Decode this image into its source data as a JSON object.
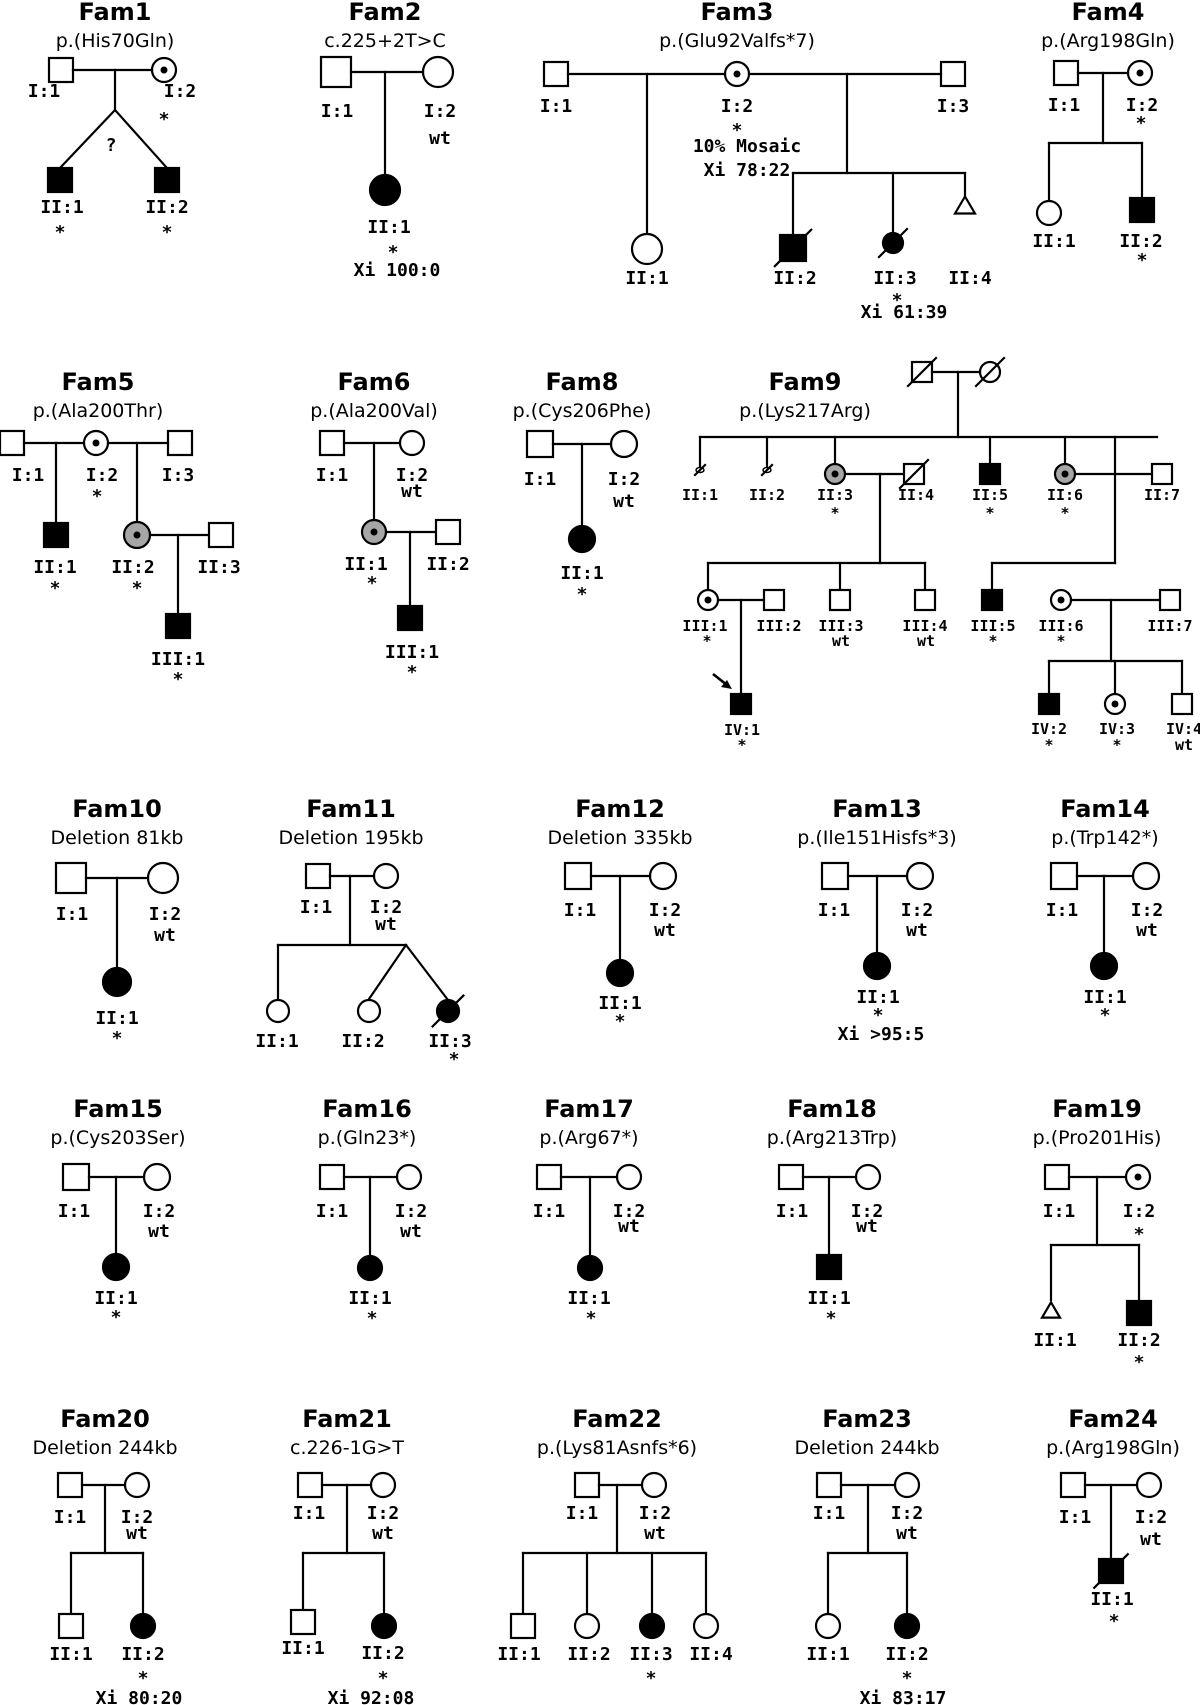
{
  "figure": {
    "families": [
      {
        "title": "Fam1",
        "variant": "p.(His70Gln)"
      },
      {
        "title": "Fam2",
        "variant": "c.225+2T>C"
      },
      {
        "title": "Fam3",
        "variant": "p.(Glu92Valfs*7)"
      },
      {
        "title": "Fam4",
        "variant": "p.(Arg198Gln)"
      },
      {
        "title": "Fam5",
        "variant": "p.(Ala200Thr)"
      },
      {
        "title": "Fam6",
        "variant": "p.(Ala200Val)"
      },
      {
        "title": "Fam8",
        "variant": "p.(Cys206Phe)"
      },
      {
        "title": "Fam9",
        "variant": "p.(Lys217Arg)"
      },
      {
        "title": "Fam10",
        "variant": "Deletion 81kb"
      },
      {
        "title": "Fam11",
        "variant": "Deletion 195kb"
      },
      {
        "title": "Fam12",
        "variant": "Deletion 335kb"
      },
      {
        "title": "Fam13",
        "variant": "p.(Ile151Hisfs*3)"
      },
      {
        "title": "Fam14",
        "variant": "p.(Trp142*)"
      },
      {
        "title": "Fam15",
        "variant": "p.(Cys203Ser)"
      },
      {
        "title": "Fam16",
        "variant": "p.(Gln23*)"
      },
      {
        "title": "Fam17",
        "variant": "p.(Arg67*)"
      },
      {
        "title": "Fam18",
        "variant": "p.(Arg213Trp)"
      },
      {
        "title": "Fam19",
        "variant": "p.(Pro201His)"
      },
      {
        "title": "Fam20",
        "variant": "Deletion 244kb"
      },
      {
        "title": "Fam21",
        "variant": "c.226-1G>T"
      },
      {
        "title": "Fam22",
        "variant": "p.(Lys81Asnfs*6)"
      },
      {
        "title": "Fam23",
        "variant": "Deletion 244kb"
      },
      {
        "title": "Fam24",
        "variant": "p.(Arg198Gln)"
      }
    ],
    "notes": {
      "fam1_unknown": "?",
      "fam2_xi": "Xi 100:0",
      "fam3_mosaic": "10% Mosaic",
      "fam3_xi_mother": "Xi 78:22",
      "fam3_xi_II3": "Xi 61:39",
      "fam13_xi": "Xi >95:5",
      "fam20_xi": "Xi 80:20",
      "fam21_xi": "Xi 92:08",
      "fam23_xi": "Xi 83:17",
      "wt": "wt",
      "asterisk": "*"
    },
    "labels": {
      "I1": "I:1",
      "I2": "I:2",
      "I3": "I:3",
      "II1": "II:1",
      "II2": "II:2",
      "II3": "II:3",
      "II4": "II:4",
      "II5": "II:5",
      "II6": "II:6",
      "II7": "II:7",
      "III1": "III:1",
      "III2": "III:2",
      "III3": "III:3",
      "III4": "III:4",
      "III5": "III:5",
      "III6": "III:6",
      "III7": "III:7",
      "IV1": "IV:1",
      "IV2": "IV:2",
      "IV3": "IV:3",
      "IV4": "IV:4"
    },
    "colors": {
      "affected": "#000000",
      "carrier_gray": "#a6a6a6",
      "line": "#000000",
      "background": "#ffffff"
    }
  }
}
